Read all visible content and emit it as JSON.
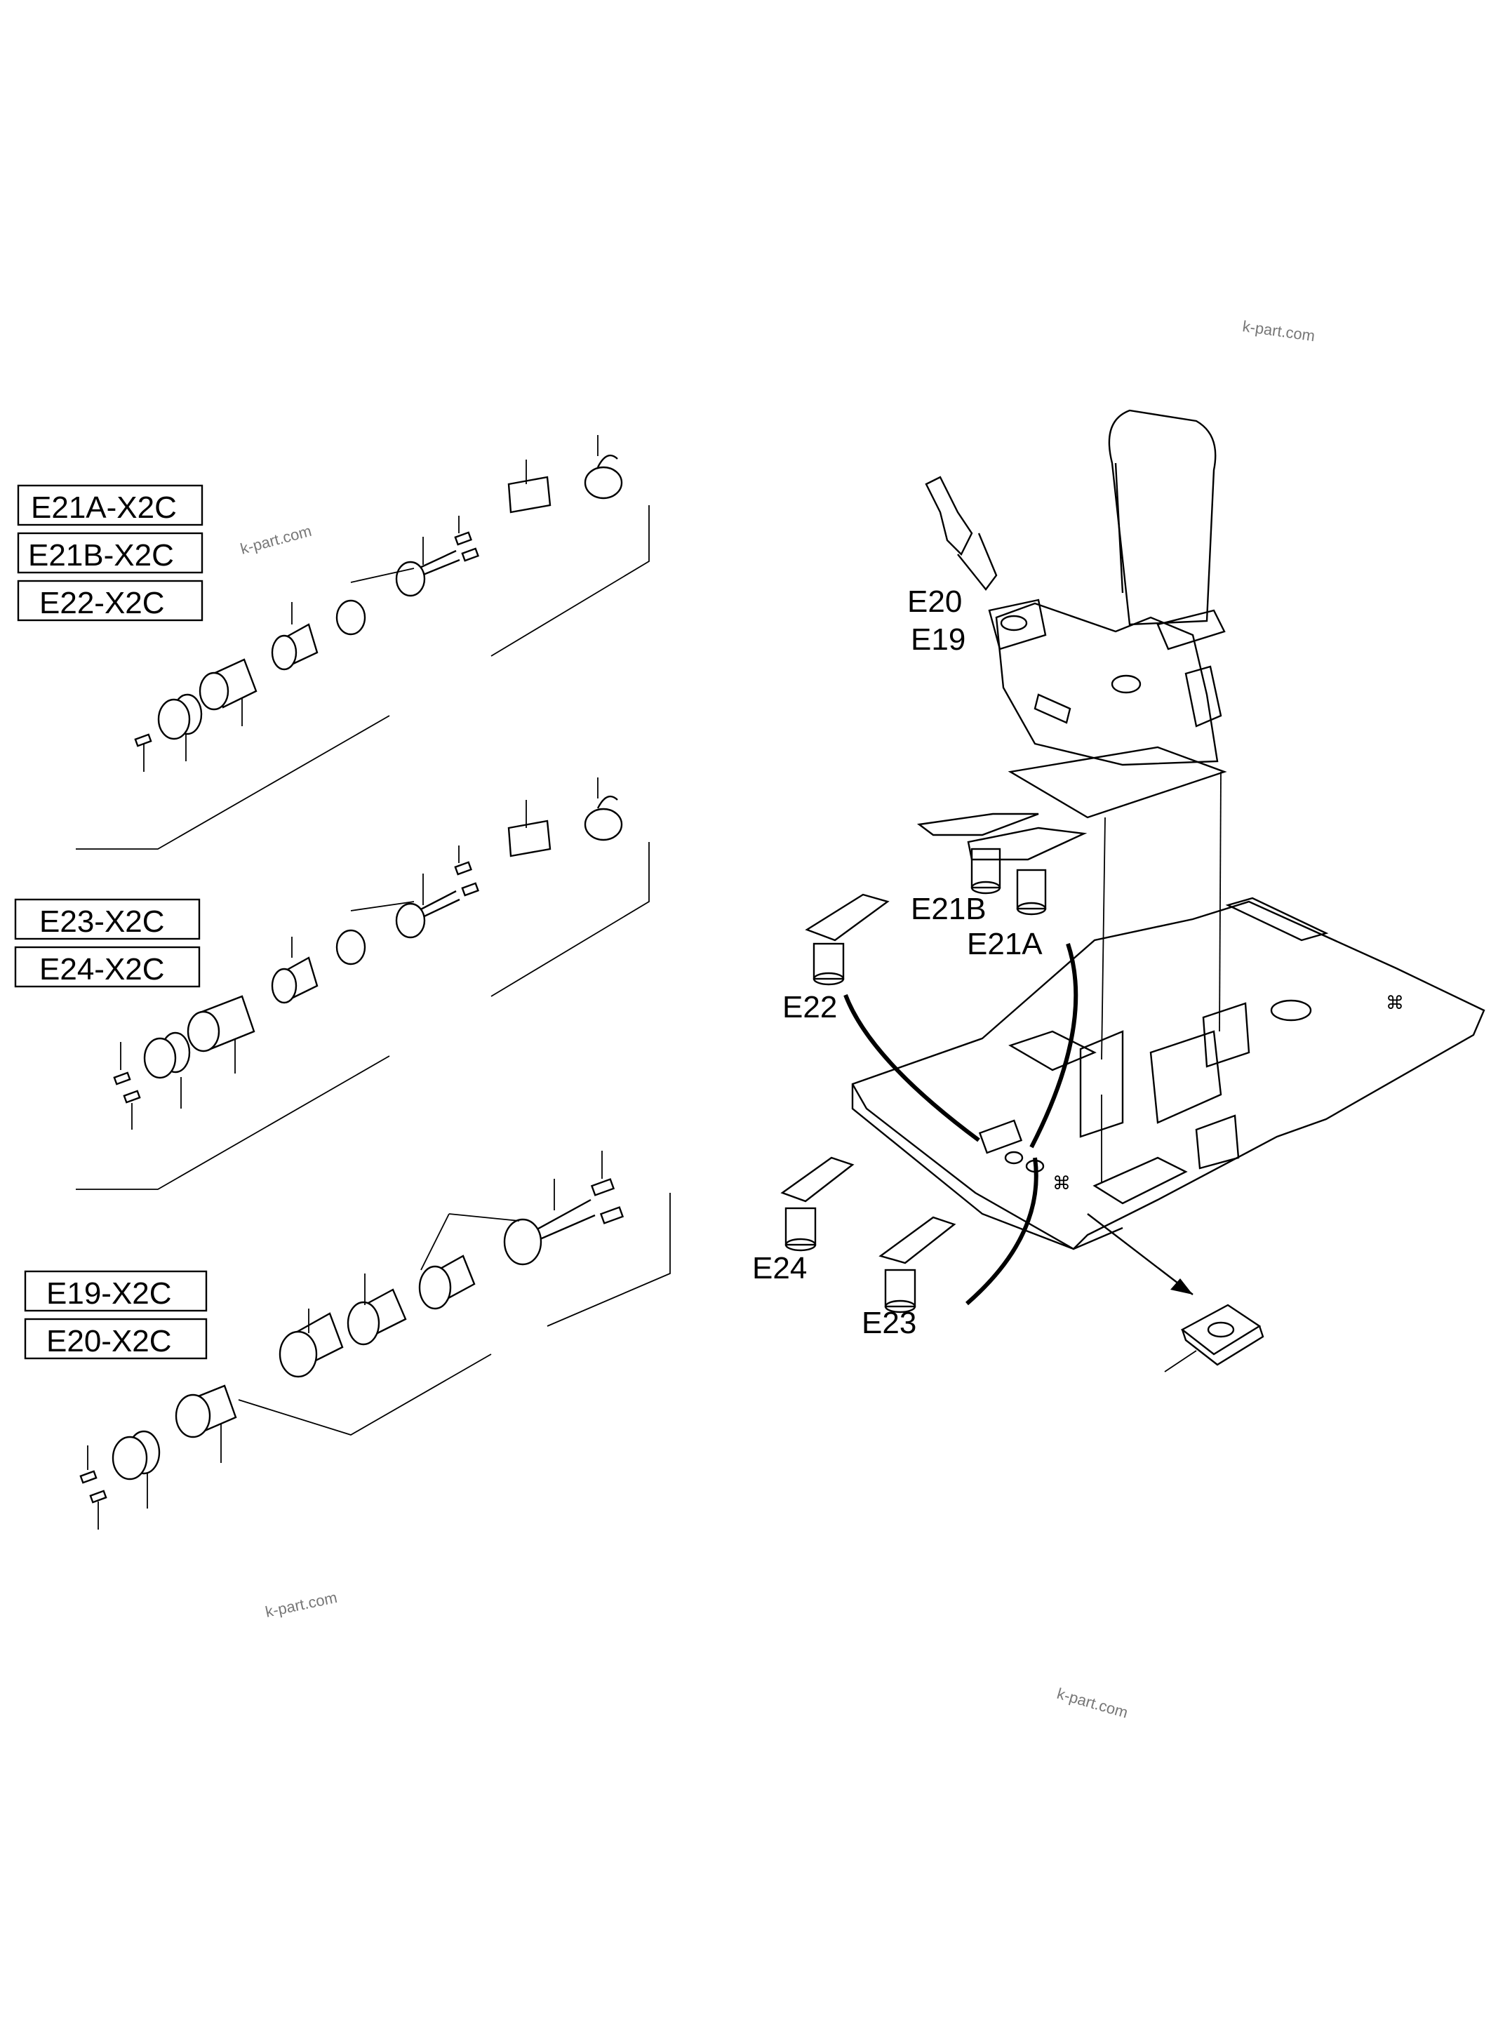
{
  "connector_groups": [
    {
      "labels": [
        "E21A-X2C",
        "E21B-X2C",
        "E22-X2C"
      ]
    },
    {
      "labels": [
        "E23-X2C",
        "E24-X2C"
      ]
    },
    {
      "labels": [
        "E19-X2C",
        "E20-X2C"
      ]
    }
  ],
  "callouts": {
    "e20": "E20",
    "e19": "E19",
    "e21b": "E21B",
    "e21a": "E21A",
    "e22": "E22",
    "e24": "E24",
    "e23": "E23"
  },
  "watermark": "k-part.com",
  "colors": {
    "line": "#000000",
    "background": "#ffffff",
    "watermark": "#777777"
  }
}
